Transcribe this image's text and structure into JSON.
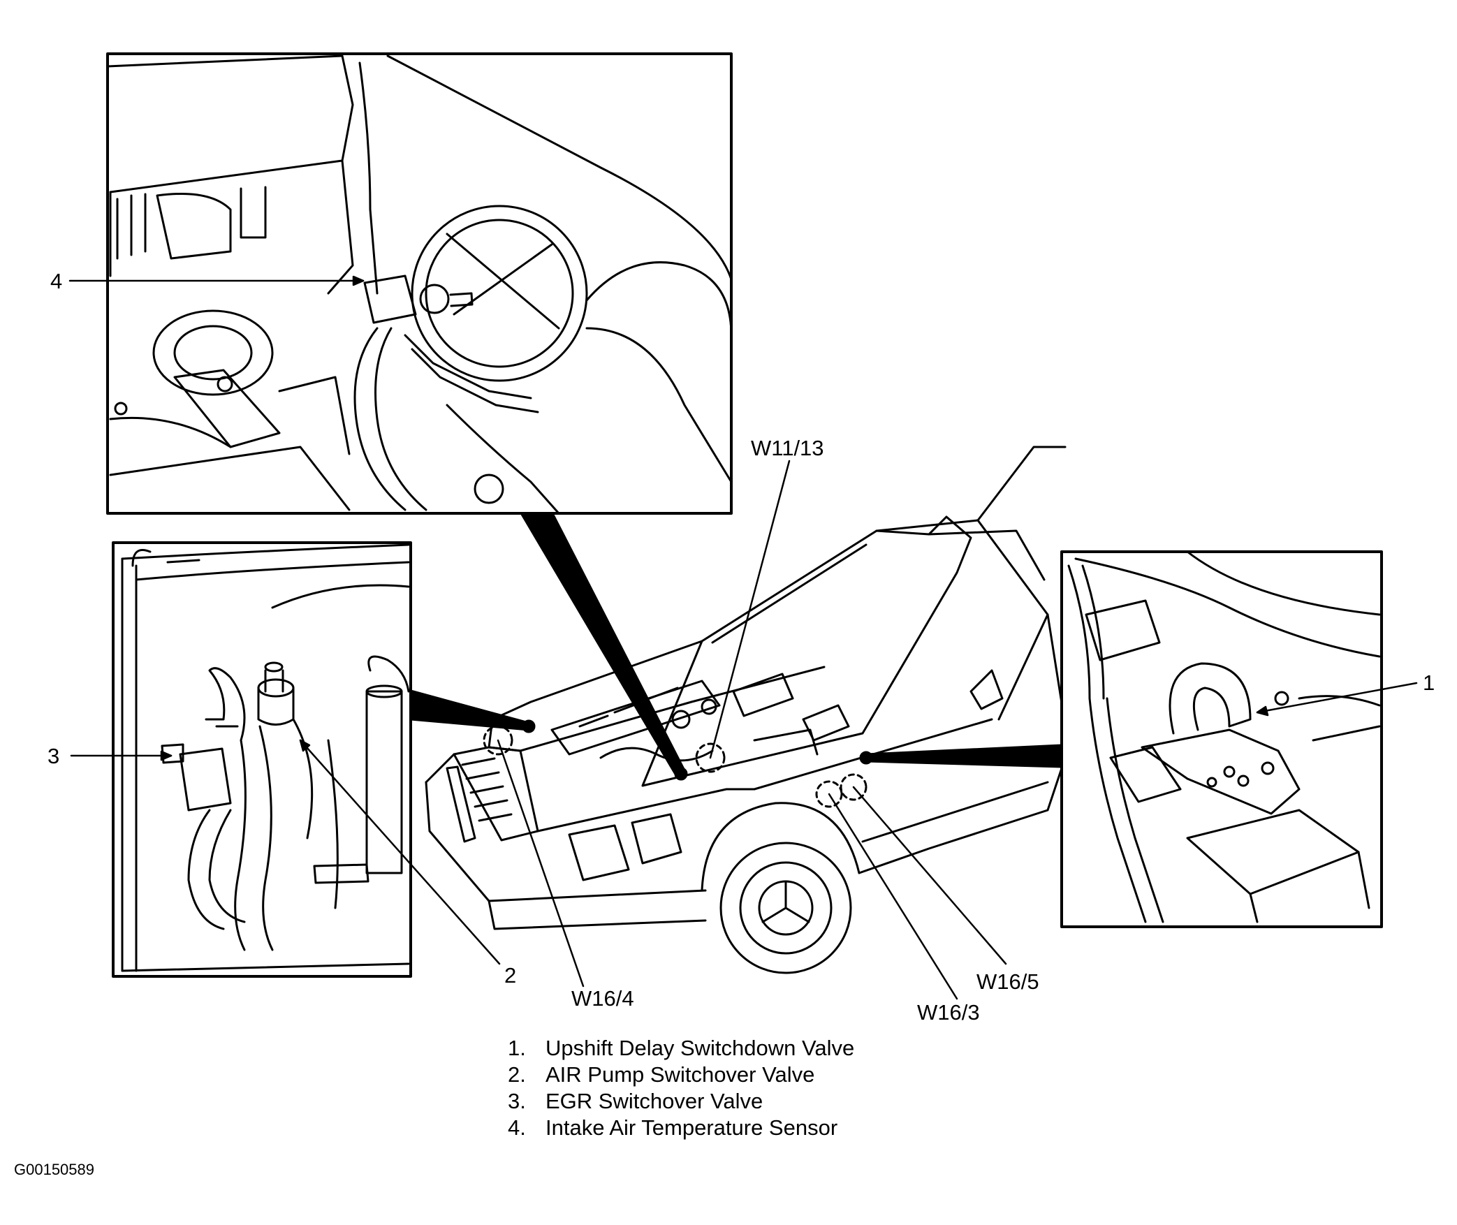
{
  "callouts": {
    "c1": "1",
    "c2": "2",
    "c3": "3",
    "c4": "4",
    "w11_13": "W11/13",
    "w16_4": "W16/4",
    "w16_3": "W16/3",
    "w16_5": "W16/5"
  },
  "legend": [
    {
      "number": "1.",
      "text": "Upshift Delay Switchdown Valve"
    },
    {
      "number": "2.",
      "text": "AIR Pump Switchover Valve"
    },
    {
      "number": "3.",
      "text": "EGR Switchover Valve"
    },
    {
      "number": "4.",
      "text": "Intake Air Temperature Sensor"
    }
  ],
  "figure_id": "G00150589"
}
